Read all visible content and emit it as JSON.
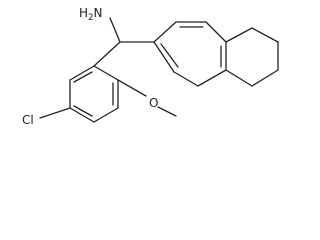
{
  "molecule": {
    "atoms": {
      "amine": {
        "symbol": "H",
        "subscript": "2",
        "tail": "N"
      },
      "chloro": {
        "text": "Cl"
      },
      "methoxy_oxygen": {
        "text": "O"
      }
    },
    "colors": {
      "bond": "#222222",
      "label": "#222222",
      "background": "#ffffff"
    }
  }
}
